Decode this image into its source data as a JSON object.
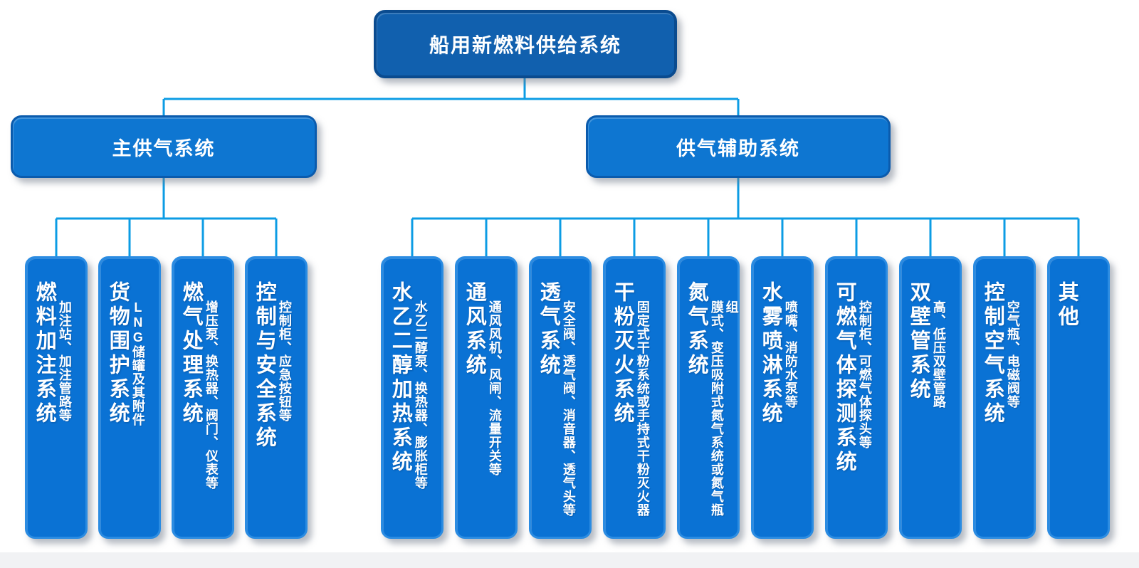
{
  "root": {
    "label": "船用新燃料供给系统"
  },
  "branches": [
    {
      "label": "主供气系统",
      "children": [
        {
          "title": "燃料加注系统",
          "desc": "加注站、加注管路等"
        },
        {
          "title": "货物围护系统",
          "desc": "LNG储罐及其附件"
        },
        {
          "title": "燃气处理系统",
          "desc": "增压泵、换热器、阀门、仪表等"
        },
        {
          "title": "控制与安全系统",
          "desc": "控制柜、应急按钮等"
        }
      ]
    },
    {
      "label": "供气辅助系统",
      "children": [
        {
          "title": "水乙二醇加热系统",
          "desc": "水乙二醇泵、换热器、膨胀柜等"
        },
        {
          "title": "通风系统",
          "desc": "通风风机、风闸、流量开关等"
        },
        {
          "title": "透气系统",
          "desc": "安全阀、透气阀、消音器、透气头等"
        },
        {
          "title": "干粉灭火系统",
          "desc": "固定式干粉系统或手持式干粉灭火器"
        },
        {
          "title": "氮气系统",
          "desc": "膜式、变压吸附式氮气系统或氮气瓶组"
        },
        {
          "title": "水雾喷淋系统",
          "desc": "喷嘴、消防水泵等"
        },
        {
          "title": "可燃气体探测系统",
          "desc": "控制柜、可燃气体探头等"
        },
        {
          "title": "双壁管系统",
          "desc": "高、低压双壁管路"
        },
        {
          "title": "控制空气系统",
          "desc": "空气瓶、电磁阀等"
        },
        {
          "title": "其他",
          "desc": ""
        }
      ]
    }
  ],
  "colors": {
    "connector": "#0C9CE4",
    "root-fill": "#1160AE",
    "root-border": "#0A4B8F",
    "branch-fill": "#0E76D1",
    "branch-border": "#0A5BAD",
    "leaf-fill": "#0A72D4",
    "leaf-border": "#2B8CE2",
    "text": "#FFFFFF"
  }
}
